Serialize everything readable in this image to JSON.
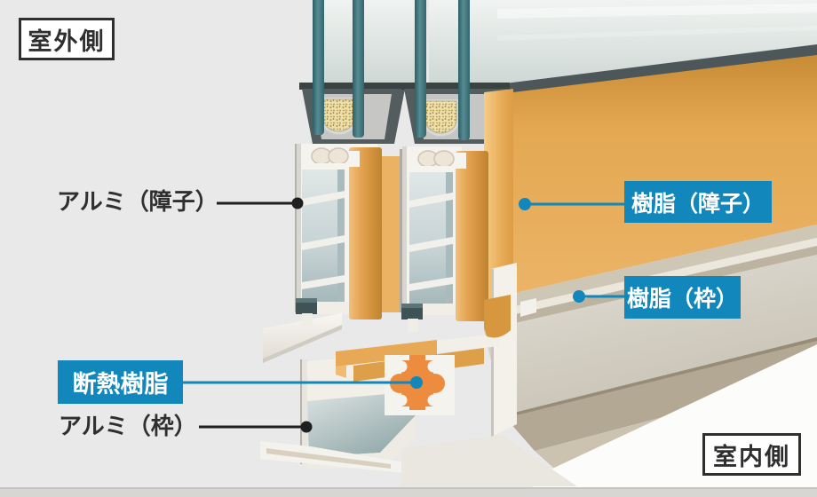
{
  "labels": {
    "outdoor_side": "室外側",
    "indoor_side": "室内側",
    "aluminum_sash": "アルミ（障子）",
    "resin_sash": "樹脂（障子）",
    "resin_frame": "樹脂（枠）",
    "insulating_resin": "断熱樹脂",
    "aluminum_frame": "アルミ（枠）"
  },
  "colors": {
    "accent_blue": "#1187bb",
    "label_text_dark": "#2f2f2f",
    "resin_orange": "#e2a14e",
    "thermal_break_orange": "#ed8c3e",
    "aluminum_white": "#f4f2ed",
    "chamber_blue_gray": "#c5d1d3",
    "resin_frame_tan": "#cdc5b4",
    "glass_teal": "#4d848b",
    "background": "#e9e9e9"
  }
}
